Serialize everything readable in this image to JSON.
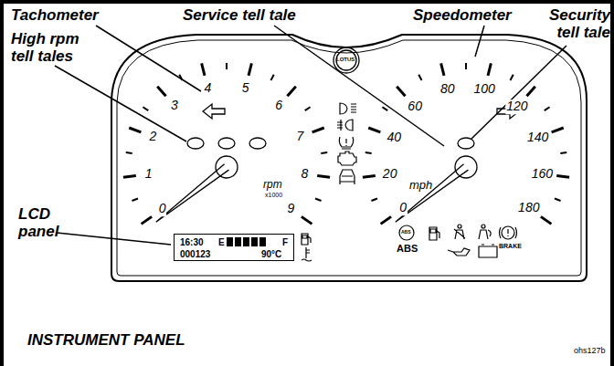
{
  "diagram": {
    "title": "INSTRUMENT PANEL",
    "nodes": [
      {
        "text": [
          "16:30",
          "E",
          "F",
          "000123",
          "90°C"
        ]
      }
    ],
    "labels": [
      "Tachometer",
      "Service tell tale",
      "Speedometer",
      "Security tell tale",
      "High rpm tell tales",
      "LCD panel",
      "0",
      "1",
      "2",
      "3",
      "4",
      "5",
      "6",
      "7",
      "8",
      "9",
      "rpm",
      "x1000",
      "LOTUS",
      "0",
      "20",
      "40",
      "60",
      "80",
      "100",
      "120",
      "140",
      "160",
      "180",
      "mph",
      "ABS",
      "ABS",
      "BRAKE",
      "ohs127b"
    ]
  }
}
